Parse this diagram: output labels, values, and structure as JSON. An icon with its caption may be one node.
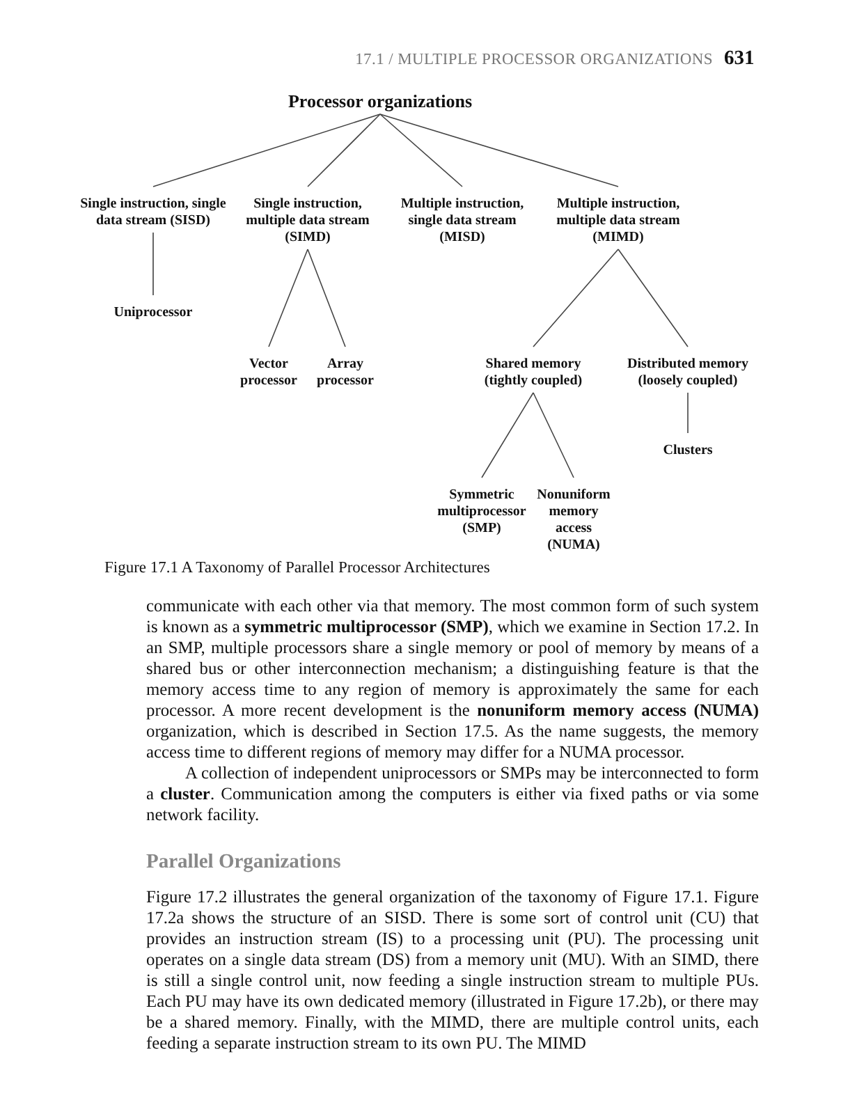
{
  "diagram": {
    "caption": "Figure 17.1 A Taxonomy of Parallel Processor Architectures",
    "nodes": [
      {
        "text": [
          "Processor organizations"
        ]
      },
      {
        "text": [
          "Single instruction, single data stream (SISD)"
        ]
      },
      {
        "text": [
          "Single instruction, multiple data stream (SIMD)"
        ]
      },
      {
        "text": [
          "Multiple instruction, single data stream (MISD)"
        ]
      },
      {
        "text": [
          "Multiple instruction, multiple data stream (MIMD)"
        ]
      },
      {
        "text": [
          "Uniprocessor"
        ]
      },
      {
        "text": [
          "Vector processor"
        ]
      },
      {
        "text": [
          "Array processor"
        ]
      },
      {
        "text": [
          "Shared memory (tightly coupled)"
        ]
      },
      {
        "text": [
          "Distributed memory (loosely coupled)"
        ]
      },
      {
        "text": [
          "Clusters"
        ]
      },
      {
        "text": [
          "Symmetric multiprocessor (SMP)"
        ]
      },
      {
        "text": [
          "Nonuniform memory access (NUMA)"
        ]
      }
    ],
    "edges": [
      {
        "from": 0,
        "to": 1,
        "arrow": "none"
      },
      {
        "from": 0,
        "to": 2,
        "arrow": "none"
      },
      {
        "from": 0,
        "to": 3,
        "arrow": "none"
      },
      {
        "from": 0,
        "to": 4,
        "arrow": "none"
      },
      {
        "from": 1,
        "to": 5,
        "arrow": "none"
      },
      {
        "from": 2,
        "to": 6,
        "arrow": "none"
      },
      {
        "from": 2,
        "to": 7,
        "arrow": "none"
      },
      {
        "from": 4,
        "to": 8,
        "arrow": "none"
      },
      {
        "from": 4,
        "to": 9,
        "arrow": "none"
      },
      {
        "from": 9,
        "to": 10,
        "arrow": "none"
      },
      {
        "from": 8,
        "to": 11,
        "arrow": "none"
      },
      {
        "from": 8,
        "to": 12,
        "arrow": "none"
      }
    ],
    "labels": [
      "17.1 / MULTIPLE PROCESSOR ORGANIZATIONS",
      "631",
      "communicate with each other via that memory. The most common form of such system is known as a **symmetric multiprocessor (SMP)**, which we examine in Section 17.2. In an SMP, multiple processors share a single memory or pool of memory by means of a shared bus or other interconnection mechanism; a distinguishing feature is that the memory access time to any region of memory is approximately the same for each processor. A more recent development is the **nonuniform memory access (NUMA)** organization, which is described in Section 17.5. As the name suggests, the memory access time to different regions of memory may differ for a NUMA processor.",
      "A collection of independent uniprocessors or SMPs may be interconnected to form a **cluster**. Communication among the computers is either via fixed paths or via some network facility.",
      "Parallel Organizations",
      "Figure 17.2 illustrates the general organization of the taxonomy of Figure 17.1. Figure 17.2a shows the structure of an SISD. There is some sort of control unit (CU) that provides an instruction stream (IS) to a processing unit (PU). The processing unit operates on a single data stream (DS) from a memory unit (MU). With an SIMD, there is still a single control unit, now feeding a single instruction stream to multiple PUs. Each PU may have its own dedicated memory (illustrated in Figure 17.2b), or there may be a shared memory. Finally, with the MIMD, there are multiple control units, each feeding a separate instruction stream to its own PU. The MIMD"
    ]
  }
}
